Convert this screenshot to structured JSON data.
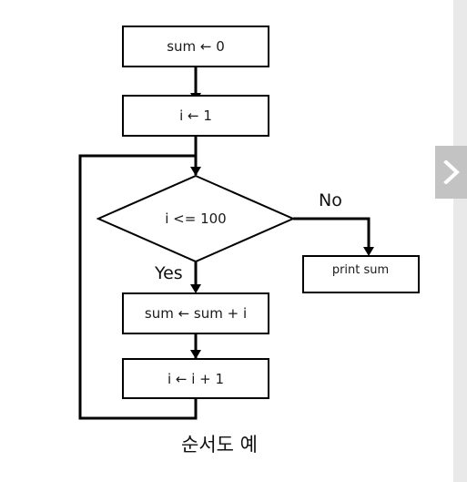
{
  "flowchart": {
    "nodes": {
      "init_sum": "sum ← 0",
      "init_i": "i ← 1",
      "condition": "i <= 100",
      "print": "print sum",
      "accumulate": "sum ← sum + i",
      "increment": "i ← i + 1"
    },
    "edge_labels": {
      "no": "No",
      "yes": "Yes"
    }
  },
  "caption": "순서도 예",
  "controls": {
    "next_icon": "chevron-right-icon"
  }
}
